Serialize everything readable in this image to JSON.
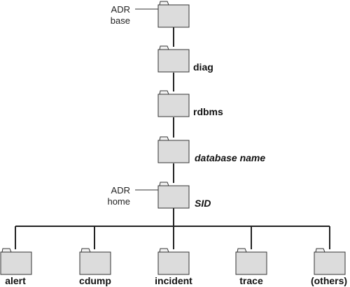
{
  "tree": {
    "root": {
      "callout_line1": "ADR",
      "callout_line2": "base"
    },
    "diag": {
      "label": "diag"
    },
    "rdbms": {
      "label": "rdbms"
    },
    "database": {
      "label": "database name"
    },
    "sid": {
      "label": "SID",
      "callout_line1": "ADR",
      "callout_line2": "home"
    },
    "children": [
      {
        "label": "alert"
      },
      {
        "label": "cdump"
      },
      {
        "label": "incident"
      },
      {
        "label": "trace"
      },
      {
        "label": "(others)"
      }
    ]
  }
}
